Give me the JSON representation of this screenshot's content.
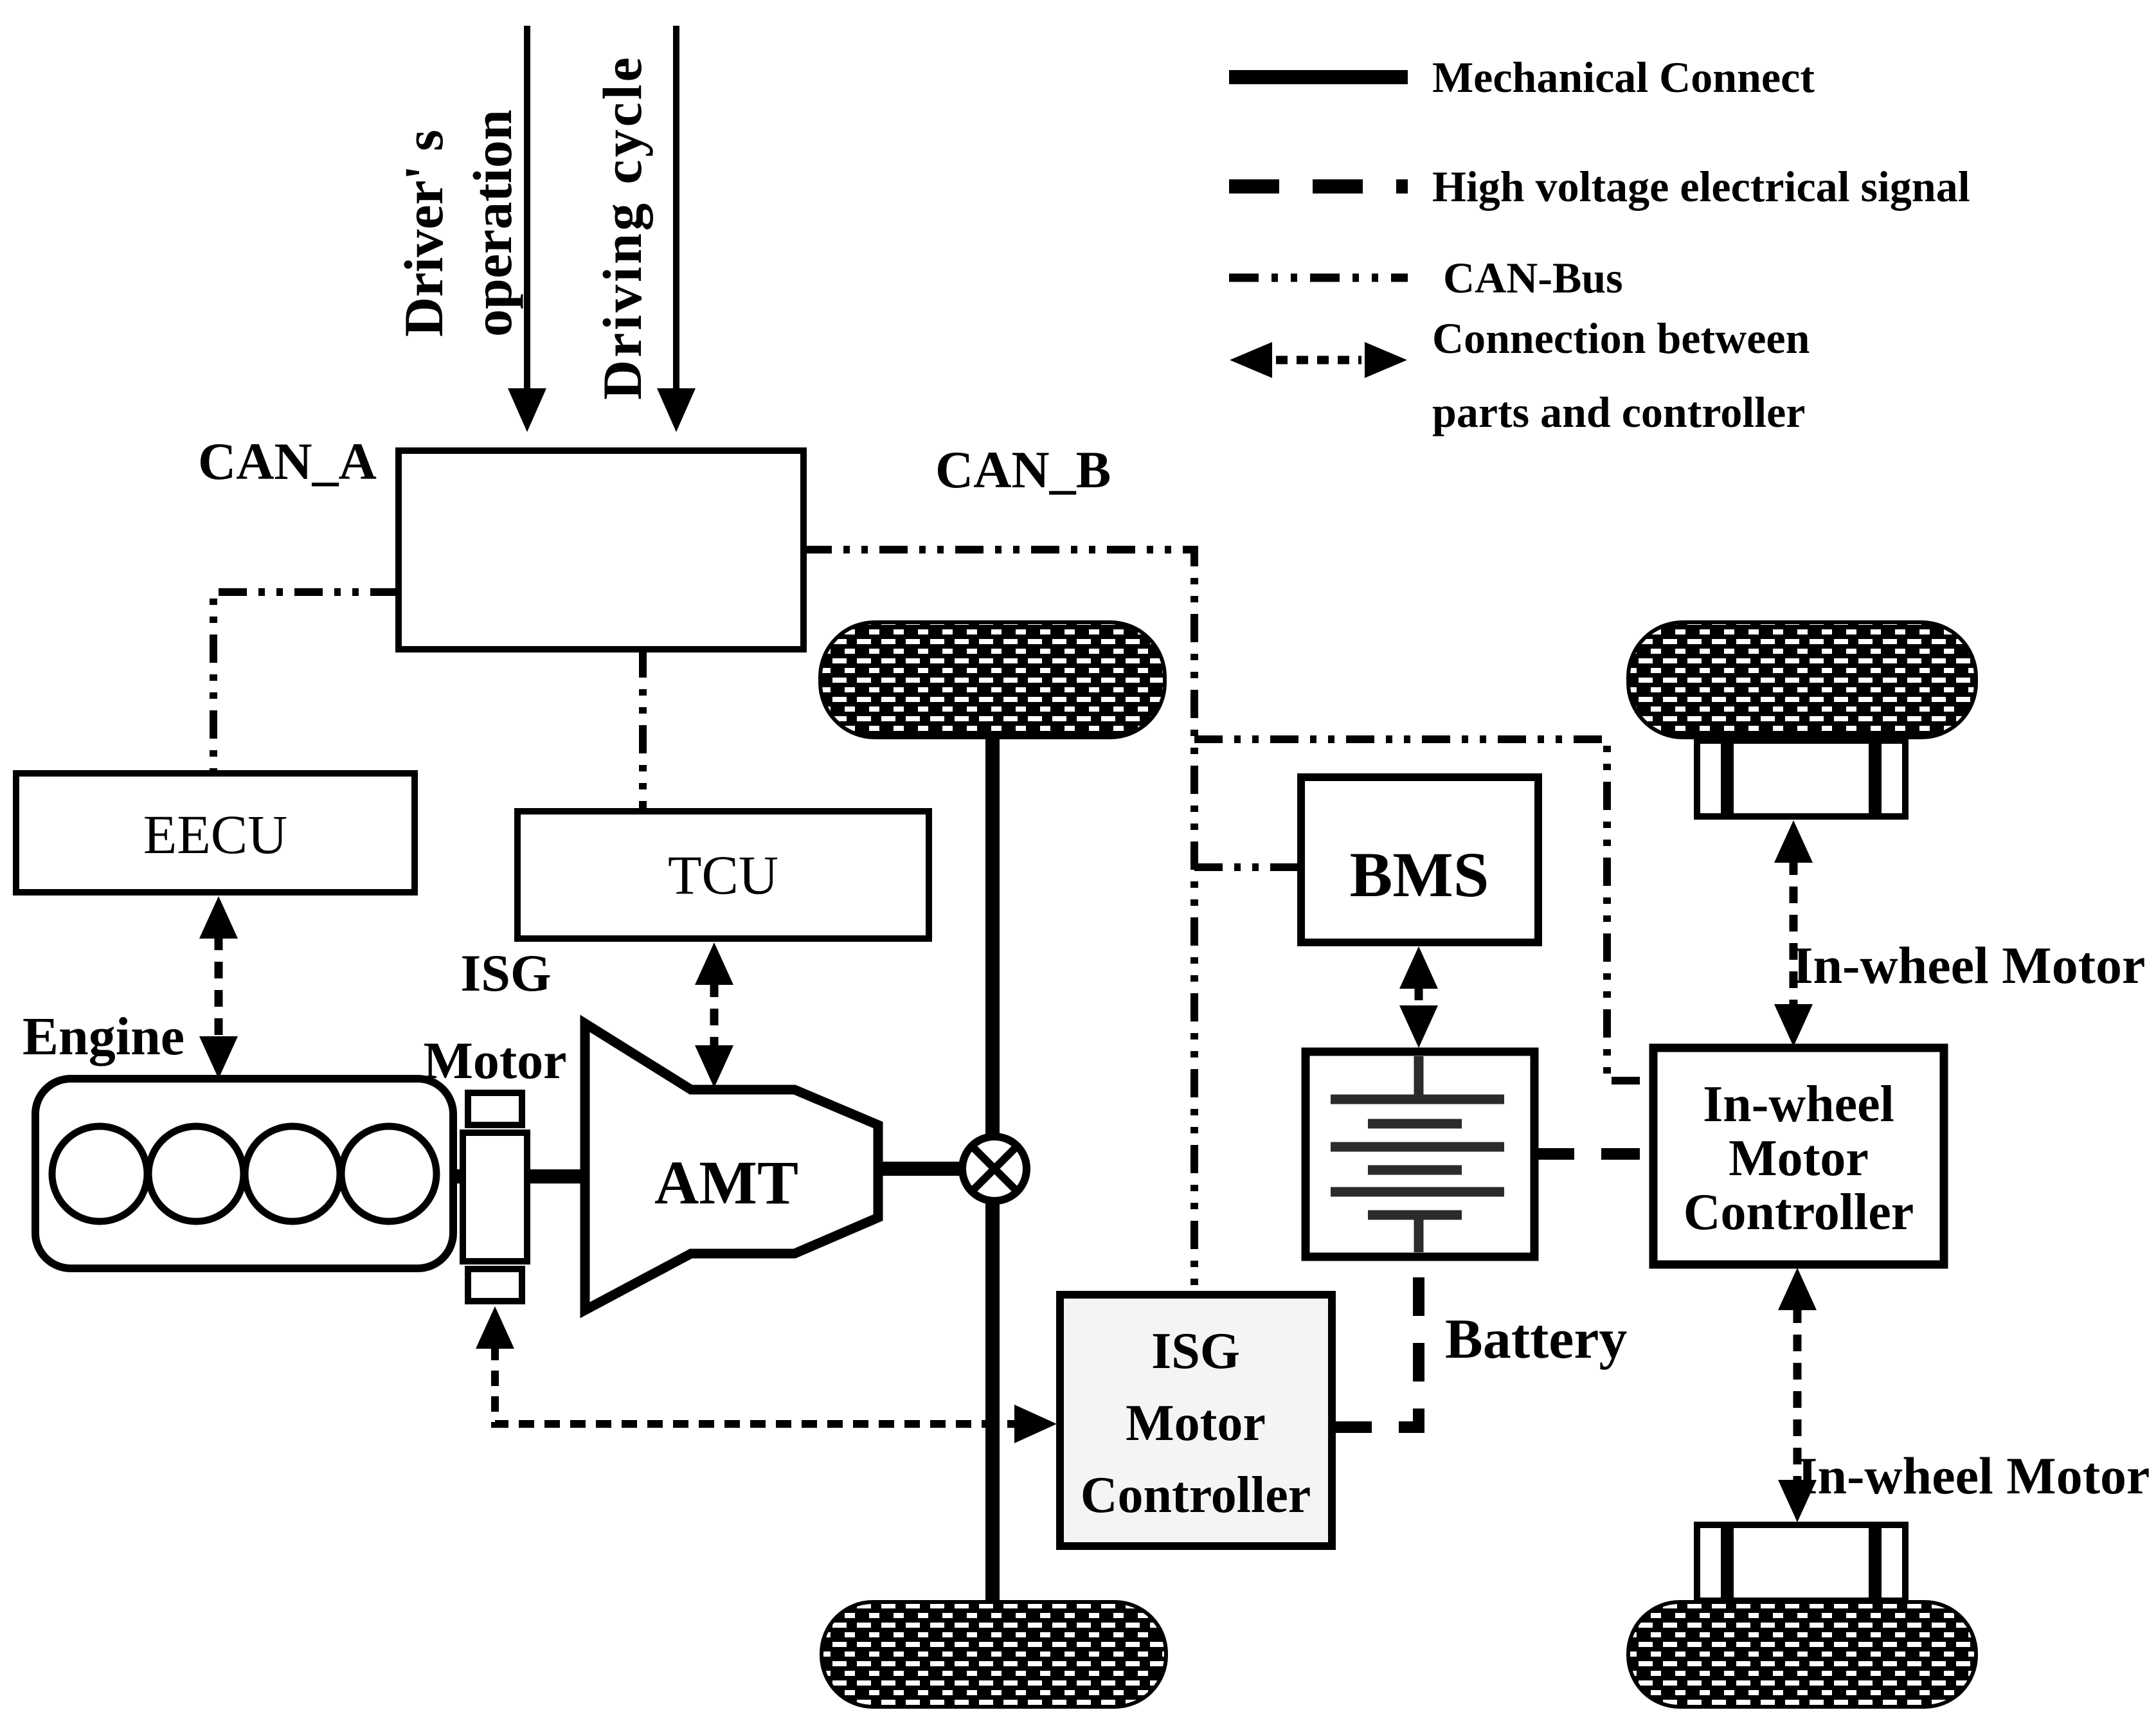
{
  "inputs": {
    "driver_operation_line1": "Driver' s",
    "driver_operation_line2": "operation",
    "driving_cycle": "Driving cycle"
  },
  "buses": {
    "can_a": "CAN_A",
    "can_b": "CAN_B"
  },
  "legend": {
    "items": [
      {
        "id": "mechanical",
        "line_style": "solid",
        "label": "Mechanical Connect"
      },
      {
        "id": "high-voltage",
        "line_style": "dashed",
        "label": "High voltage electrical signal"
      },
      {
        "id": "can-bus",
        "line_style": "dash-dot-dot",
        "label": "CAN-Bus"
      },
      {
        "id": "parts-controller",
        "line_style": "dotted-double-arrow",
        "label_line1": "Connection between",
        "label_line2": "parts and controller"
      }
    ]
  },
  "components": {
    "eecu": "EECU",
    "tcu": "TCU",
    "engine": "Engine",
    "isg_motor_line1": "ISG",
    "isg_motor_line2": "Motor",
    "amt": "AMT",
    "bms": "BMS",
    "battery": "Battery",
    "isg_motor_controller": [
      "ISG",
      "Motor",
      "Controller"
    ],
    "in_wheel_motor_controller": [
      "In-wheel",
      "Motor",
      "Controller"
    ],
    "in_wheel_motor_top": "In-wheel Motor",
    "in_wheel_motor_bottom": "In-wheel Motor"
  },
  "colors": {
    "line": "#000000",
    "background": "#ffffff",
    "controller_fill": "#f4f4f4",
    "battery_plate": "#2b2b2b"
  }
}
